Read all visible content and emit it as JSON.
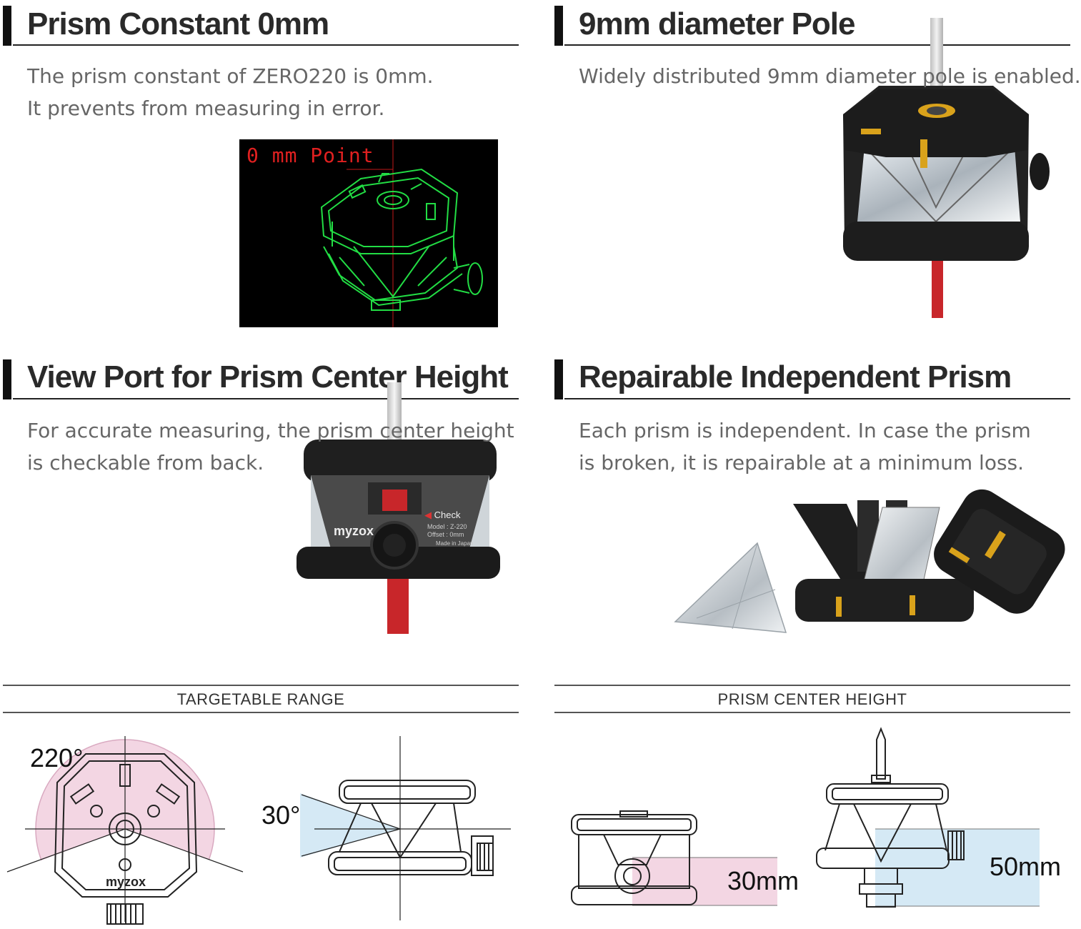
{
  "sections": {
    "prism_constant": {
      "title": "Prism Constant 0mm",
      "lines": [
        "The prism constant of ZERO220 is 0mm.",
        "It prevents from measuring in error."
      ],
      "screen_label": "0 mm Point"
    },
    "pole": {
      "title": "9mm diameter Pole",
      "lines": [
        "Widely distributed 9mm diameter pole is enabled."
      ]
    },
    "view_port": {
      "title": "View Port for Prism Center Height",
      "lines": [
        "For accurate measuring, the prism center height",
        "is checkable from back."
      ],
      "device_labels": {
        "brand": "myzox",
        "check": "Check",
        "model": "Model : Z-220",
        "offset": "Offset : 0mm",
        "made": "Made in Japan"
      }
    },
    "repairable": {
      "title": "Repairable Independent Prism",
      "lines": [
        "Each prism is independent. In case the prism",
        "is broken, it is repairable at a minimum loss."
      ]
    }
  },
  "captions": {
    "targetable_range": "TARGETABLE RANGE",
    "prism_center_height": "PRISM CENTER HEIGHT"
  },
  "diagrams": {
    "horizontal_angle": "220°",
    "vertical_angle": "30°",
    "brand_mark": "myzox",
    "height_small": "30mm",
    "height_large": "50mm"
  },
  "colors": {
    "title_bar": "#111111",
    "screen_bg": "#000000",
    "wireframe": "#22dd44",
    "screen_label": "#e02020",
    "pole_red": "#c8262a",
    "accent_gold": "#d9a21b",
    "range_pink": "#f3d6e3",
    "range_blue": "#d5e9f5"
  }
}
